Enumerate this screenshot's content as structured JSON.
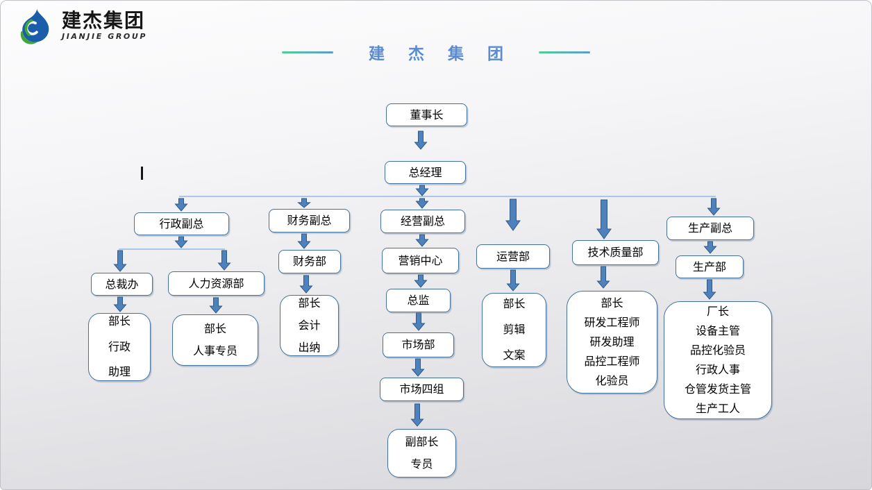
{
  "logo": {
    "brand_cn": "建杰集团",
    "brand_en": "JIANJIE GROUP",
    "drop_blue": "#1a5dab",
    "swirl_green": "#3fa63c"
  },
  "header": {
    "title": "建 杰 集 团",
    "title_color": "#5b8bd0",
    "divider_gradient_from": "#4ed18d",
    "divider_gradient_to": "#5b9bd5"
  },
  "org": {
    "colors": {
      "box_border": "#41719c",
      "arrow_fill": "#4f81bd",
      "arrow_stroke": "#2f5a87",
      "line": "#a9c7e8"
    },
    "nodes": {
      "chairman": {
        "label": "董事长"
      },
      "general_manager": {
        "label": "总经理"
      },
      "admin_vp": {
        "label": "行政副总"
      },
      "finance_vp": {
        "label": "财务副总"
      },
      "business_vp": {
        "label": "经营副总"
      },
      "operations_dept": {
        "label": "运营部"
      },
      "tech_quality_dept": {
        "label": "技术质量部"
      },
      "production_vp": {
        "label": "生产副总"
      },
      "president_office": {
        "label": "总裁办"
      },
      "hr_dept": {
        "label": "人力资源部"
      },
      "finance_dept": {
        "label": "财务部"
      },
      "marketing_center": {
        "label": "营销中心"
      },
      "production_dept": {
        "label": "生产部"
      },
      "admin_office_staff": {
        "label": "部长\n行政\n助理"
      },
      "hr_staff": {
        "label": "部长\n人事专员"
      },
      "finance_staff": {
        "label": "部长\n会计\n出纳"
      },
      "director": {
        "label": "总监"
      },
      "operations_staff": {
        "label": "部长\n剪辑\n文案"
      },
      "tech_staff": {
        "label": "部长\n研发工程师\n研发助理\n品控工程师\n化验员"
      },
      "market_dept": {
        "label": "市场部"
      },
      "market_group4": {
        "label": "市场四组"
      },
      "market_staff": {
        "label": "副部长\n专员"
      },
      "factory_staff": {
        "label": "厂长\n设备主管\n品控化验员\n行政人事\n仓管发货主管\n生产工人"
      }
    }
  }
}
